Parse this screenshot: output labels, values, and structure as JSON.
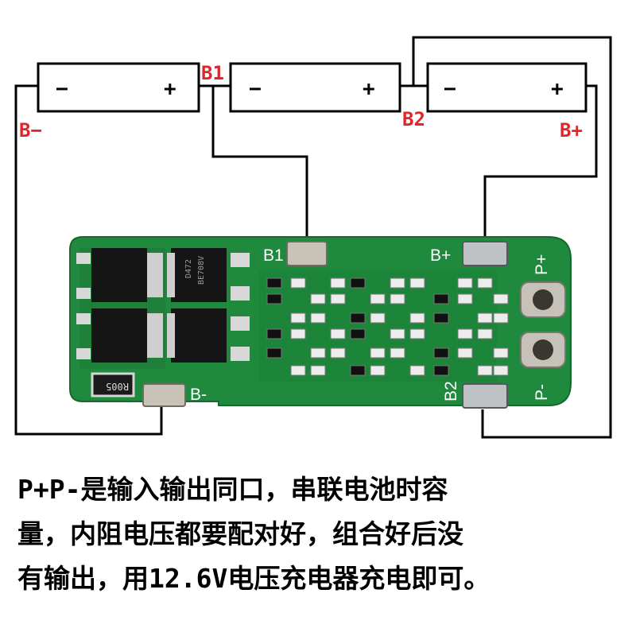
{
  "batteries": [
    {
      "minus": "−",
      "plus": "+"
    },
    {
      "minus": "−",
      "plus": "+"
    },
    {
      "minus": "−",
      "plus": "+"
    }
  ],
  "wiring_labels": {
    "b_minus": "B−",
    "b1": "B1",
    "b2": "B2",
    "b_plus": "B+"
  },
  "board_labels": {
    "b1": "B1",
    "b_plus": "B+",
    "p_plus": "P+",
    "b_minus": "B-",
    "b2": "B2",
    "p_minus": "P-",
    "resistor": "R005",
    "mosfet_code_1": "D472",
    "mosfet_code_2": "BE708V"
  },
  "colors": {
    "wire": "#000000",
    "pcb": "#1f8a3e",
    "label_red": "#e0262b"
  },
  "caption": "P+P-是输入输出同口，串联电池时容\n量，内阻电压都要配对好，组合好后没\n有输出，用12.6V电压充电器充电即可。"
}
